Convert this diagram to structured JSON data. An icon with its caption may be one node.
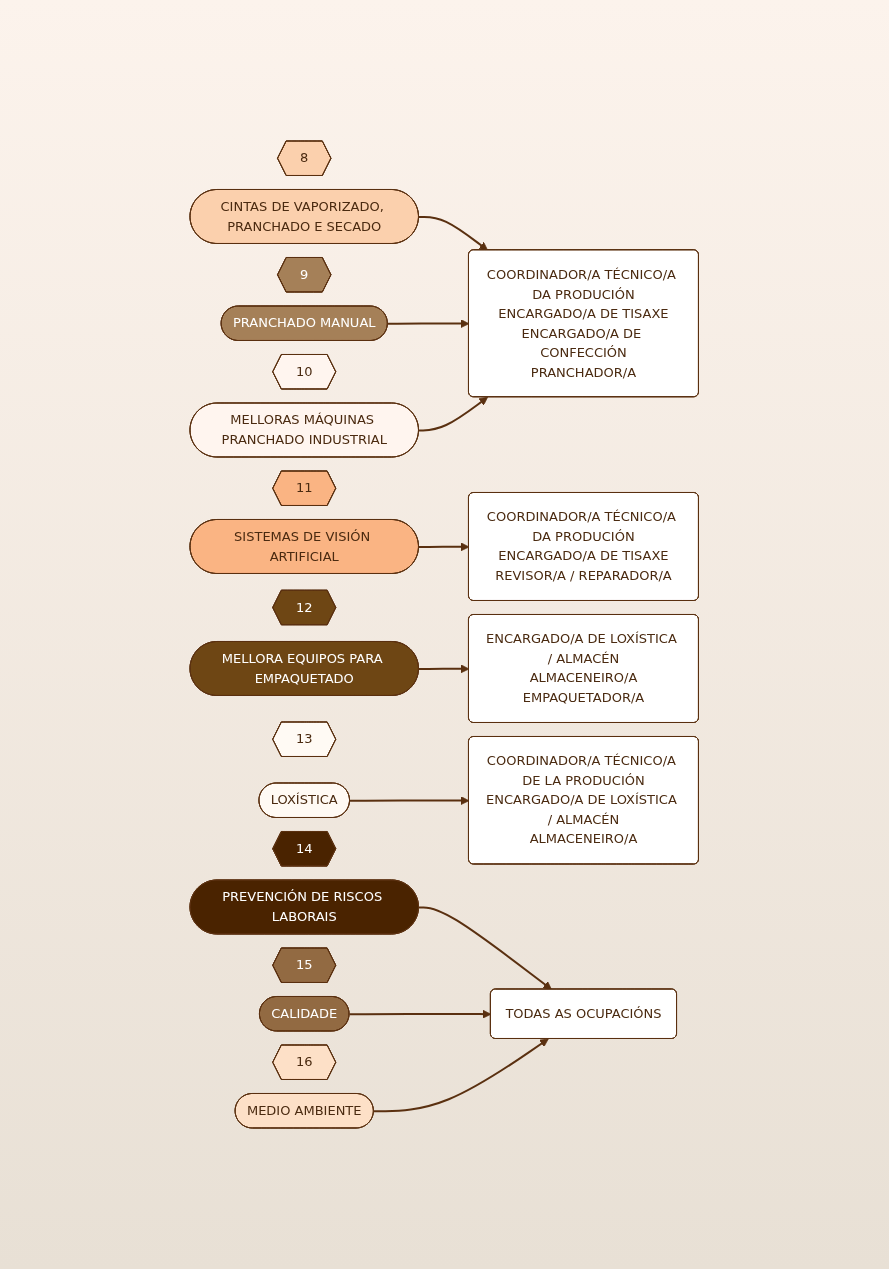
{
  "diagram": {
    "nodes": [
      {
        "text": [
          "8"
        ]
      },
      {
        "text": [
          "CINTAS DE VAPORIZADO, PRANCHADO E SECADO"
        ]
      },
      {
        "text": [
          "9"
        ]
      },
      {
        "text": [
          "PRANCHADO MANUAL"
        ]
      },
      {
        "text": [
          "10"
        ]
      },
      {
        "text": [
          "MELLORAS MÁQUINAS PRANCHADO INDUSTRIAL"
        ]
      },
      {
        "text": [
          "11"
        ]
      },
      {
        "text": [
          "SISTEMAS DE VISIÓN ARTIFICIAL"
        ]
      },
      {
        "text": [
          "12"
        ]
      },
      {
        "text": [
          "MELLORA EQUIPOS PARA EMPAQUETADO"
        ]
      },
      {
        "text": [
          "13"
        ]
      },
      {
        "text": [
          "LOXÍSTICA"
        ]
      },
      {
        "text": [
          "14"
        ]
      },
      {
        "text": [
          "PREVENCIÓN DE RISCOS LABORAIS"
        ]
      },
      {
        "text": [
          "15"
        ]
      },
      {
        "text": [
          "CALIDADE"
        ]
      },
      {
        "text": [
          "16"
        ]
      },
      {
        "text": [
          "MEDIO AMBIENTE"
        ]
      },
      {
        "text": [
          "COORDINADOR/A TÉCNICO/A DA PRODUCIÓN",
          "ENCARGADO/A DE TISAXE",
          "ENCARGADO/A DE CONFECCIÓN",
          "PRANCHADOR/A"
        ]
      },
      {
        "text": [
          "COORDINADOR/A TÉCNICO/A DA PRODUCIÓN",
          "ENCARGADO/A DE TISAXE",
          "REVISOR/A / REPARADOR/A"
        ]
      },
      {
        "text": [
          "ENCARGADO/A DE LOXÍSTICA / ALMACÉN",
          "ALMACENEIRO/A",
          "EMPAQUETADOR/A"
        ]
      },
      {
        "text": [
          "COORDINADOR/A TÉCNICO/A DE LA PRODUCIÓN",
          "ENCARGADO/A DE LOXÍSTICA / ALMACÉN",
          "ALMACENEIRO/A"
        ]
      },
      {
        "text": [
          "TODAS AS OCUPACIÓNS"
        ]
      }
    ],
    "edges": [
      {
        "from": 1,
        "to": 18,
        "arrow": "to"
      },
      {
        "from": 3,
        "to": 18,
        "arrow": "to"
      },
      {
        "from": 5,
        "to": 18,
        "arrow": "to"
      },
      {
        "from": 7,
        "to": 19,
        "arrow": "to"
      },
      {
        "from": 9,
        "to": 20,
        "arrow": "to"
      },
      {
        "from": 11,
        "to": 21,
        "arrow": "to"
      },
      {
        "from": 13,
        "to": 22,
        "arrow": "to"
      },
      {
        "from": 15,
        "to": 22,
        "arrow": "to"
      },
      {
        "from": 17,
        "to": 22,
        "arrow": "to"
      }
    ]
  }
}
